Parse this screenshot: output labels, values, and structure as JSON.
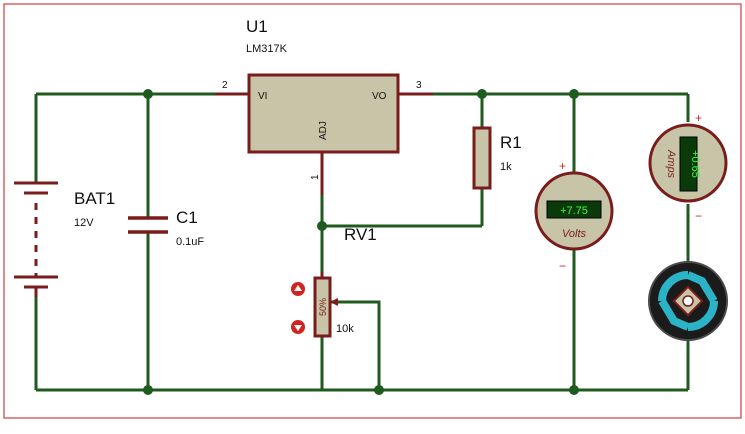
{
  "frame_color": "#d23c3c",
  "wire_color": "#1f5a1f",
  "component_color": "#7a1c1c",
  "component_fill": "#c8c4a8",
  "regulator": {
    "ref": "U1",
    "part": "LM317K",
    "pin_vi": "VI",
    "pin_vo": "VO",
    "pin_adj": "ADJ",
    "pin_num_in": "2",
    "pin_num_out": "3",
    "pin_num_adj": "1"
  },
  "battery": {
    "ref": "BAT1",
    "value": "12V"
  },
  "capacitor": {
    "ref": "C1",
    "value": "0.1uF"
  },
  "resistor": {
    "ref": "R1",
    "value": "1k"
  },
  "potentiometer": {
    "ref": "RV1",
    "value": "10k",
    "setting": "50%"
  },
  "voltmeter": {
    "reading": "+7.75",
    "unit": "Volts",
    "plus": "+",
    "minus": "−"
  },
  "ammeter": {
    "reading": "+0.65",
    "unit": "Amps",
    "plus": "+",
    "minus": "−"
  },
  "lamp": {
    "icon": "lamp-icon"
  },
  "pot_buttons": {
    "increase_icon": "arrow-up-icon",
    "decrease_icon": "arrow-down-icon"
  }
}
